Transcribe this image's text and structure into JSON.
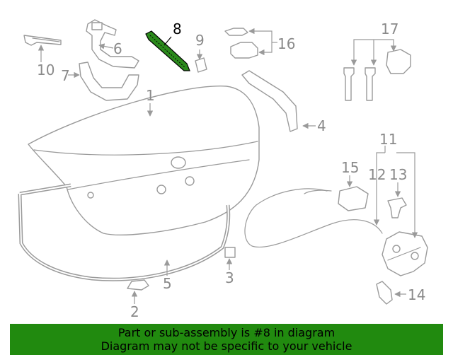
{
  "callouts": {
    "c1": "1",
    "c2": "2",
    "c3": "3",
    "c4": "4",
    "c5": "5",
    "c6": "6",
    "c7": "7",
    "c8": "8",
    "c9": "9",
    "c10": "10",
    "c11": "11",
    "c12": "12",
    "c13": "13",
    "c14": "14",
    "c15": "15",
    "c16": "16",
    "c17": "17"
  },
  "highlight_color": "#2b8a1c",
  "banner": {
    "line1": "Part or sub-assembly is #8 in diagram",
    "line2": "Diagram may not be specific to your vehicle",
    "color": "#218a0f"
  }
}
